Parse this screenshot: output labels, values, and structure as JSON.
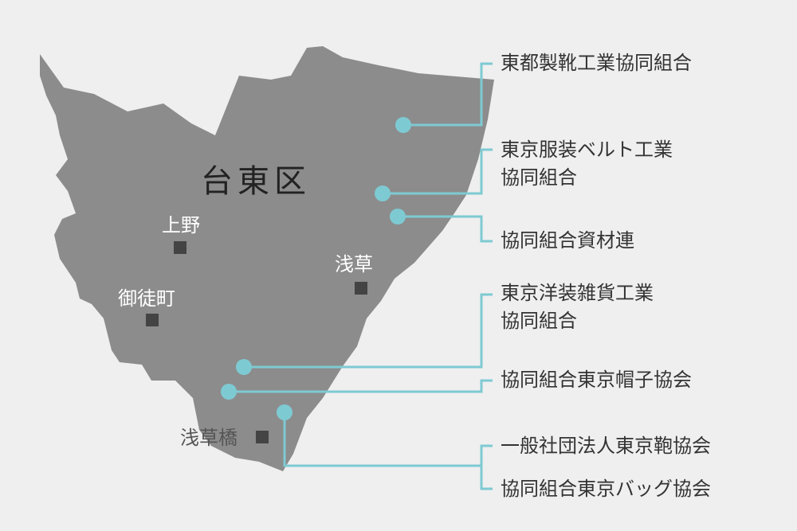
{
  "map": {
    "ward_name": "台東区",
    "colors": {
      "background": "#efefef",
      "ward_fill": "#8c8c8c",
      "accent": "#7ecad3",
      "station_marker": "#444444",
      "text_dark": "#333333"
    },
    "stations": [
      {
        "name": "上野",
        "icon": "square-marker"
      },
      {
        "name": "浅草",
        "icon": "square-marker"
      },
      {
        "name": "御徒町",
        "icon": "square-marker"
      },
      {
        "name": "浅草橋",
        "icon": "square-marker"
      }
    ],
    "organizations": [
      {
        "lines": [
          "東都製靴工業協同組合"
        ]
      },
      {
        "lines": [
          "東京服装ベルト工業",
          "協同組合"
        ]
      },
      {
        "lines": [
          "協同組合資材連"
        ]
      },
      {
        "lines": [
          "東京洋装雑貨工業",
          "協同組合"
        ]
      },
      {
        "lines": [
          "協同組合東京帽子協会"
        ]
      },
      {
        "lines": [
          "一般社団法人東京鞄協会"
        ]
      },
      {
        "lines": [
          "協同組合東京バッグ協会"
        ]
      }
    ]
  }
}
